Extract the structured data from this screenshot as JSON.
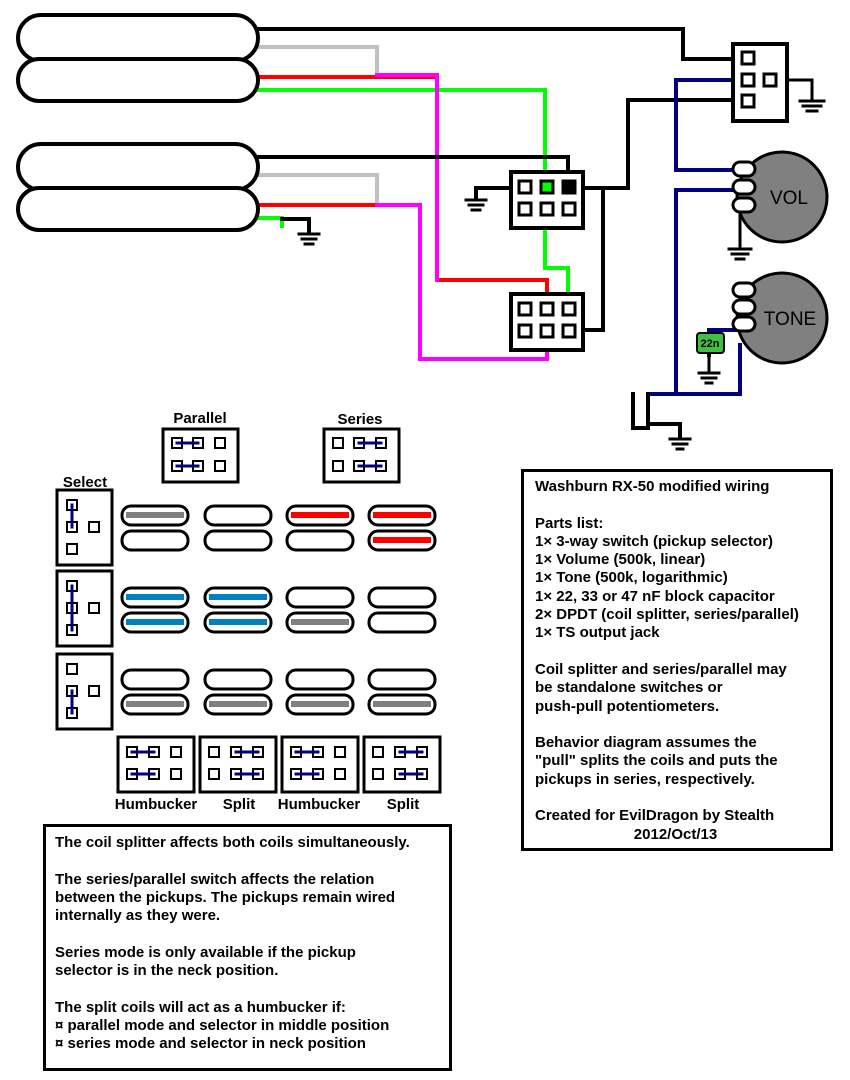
{
  "diagram_labels": {
    "vol_knob": "VOL",
    "tone_knob": "TONE",
    "capacitor": "22n",
    "parallel": "Parallel",
    "series": "Series",
    "select": "Select",
    "switch_labels": [
      "Humbucker",
      "Split",
      "Humbucker",
      "Split"
    ]
  },
  "parts_box": {
    "title": "Washburn RX-50 modified wiring",
    "parts_heading": "Parts list:",
    "parts": [
      "1× 3-way switch (pickup selector)",
      "1× Volume (500k, linear)",
      "1× Tone (500k, logarithmic)",
      "1× 22, 33 or 47 nF block capacitor",
      "2× DPDT (coil splitter, series/parallel)",
      "1× TS output jack"
    ],
    "note1": [
      "Coil splitter and series/parallel may",
      "be standalone switches or",
      "push-pull potentiometers."
    ],
    "note2": [
      "Behavior diagram assumes the",
      "\"pull\" splits the coils and puts the",
      "pickups in series, respectively."
    ],
    "credit": "Created for EvilDragon by Stealth",
    "date": "2012/Oct/13"
  },
  "notes_box": {
    "p1": [
      "The coil splitter affects both coils simultaneously."
    ],
    "p2": [
      "The series/parallel switch affects the relation",
      "between the pickups. The pickups remain wired",
      "internally as they were."
    ],
    "p3": [
      "Series mode is only available if the pickup",
      "selector is in the neck position."
    ],
    "p4": [
      "The split coils will act as a humbucker if:",
      "¤ parallel mode and selector in middle position",
      "¤ series mode and selector in neck position"
    ]
  },
  "colors": {
    "wire_black": "#000000",
    "wire_gray": "#c0c0c0",
    "wire_red": "#ff0000",
    "wire_green": "#00ff00",
    "wire_magenta": "#ff00ff",
    "wire_blue": "#000080",
    "coil_active_red": "#ff0000",
    "coil_active_blue": "#0080c0",
    "coil_active_gray": "#808080",
    "knob_gray": "#808080",
    "capacitor_green": "#40c040"
  }
}
